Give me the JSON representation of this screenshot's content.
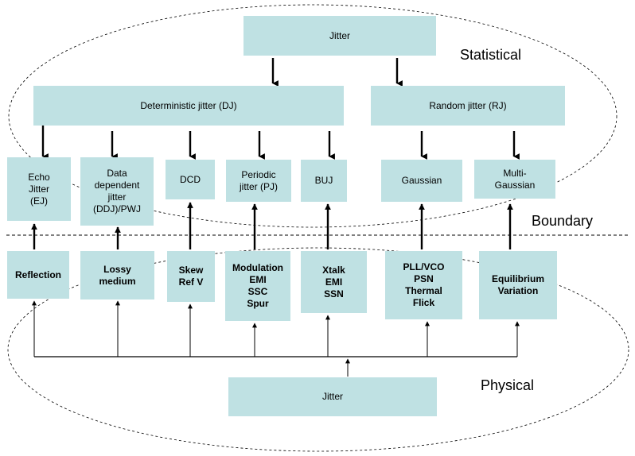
{
  "regions": {
    "statistical": "Statistical",
    "boundary": "Boundary",
    "physical": "Physical"
  },
  "top_jitter": "Jitter",
  "deterministic": "Deterministic jitter (DJ)",
  "random": "Random jitter (RJ)",
  "components": {
    "ej": "Echo\nJitter\n(EJ)",
    "ddj": "Data\ndependent\njitter\n(DDJ)/PWJ",
    "dcd": "DCD",
    "pj": "Periodic\njitter (PJ)",
    "buj": "BUJ",
    "gaussian": "Gaussian",
    "multi_gaussian": "Multi-\nGaussian"
  },
  "causes": {
    "reflection": "Reflection",
    "lossy": "Lossy\nmedium",
    "skew": "Skew\nRef V",
    "modulation": "Modulation\nEMI\nSSC\nSpur",
    "xtalk": "Xtalk\nEMI\nSSN",
    "pll": "PLL/VCO\nPSN\nThermal\nFlick",
    "equilibrium": "Equilibrium\nVariation"
  },
  "bottom_jitter": "Jitter",
  "colors": {
    "box_fill": "#bfe1e3",
    "line": "#000000"
  }
}
